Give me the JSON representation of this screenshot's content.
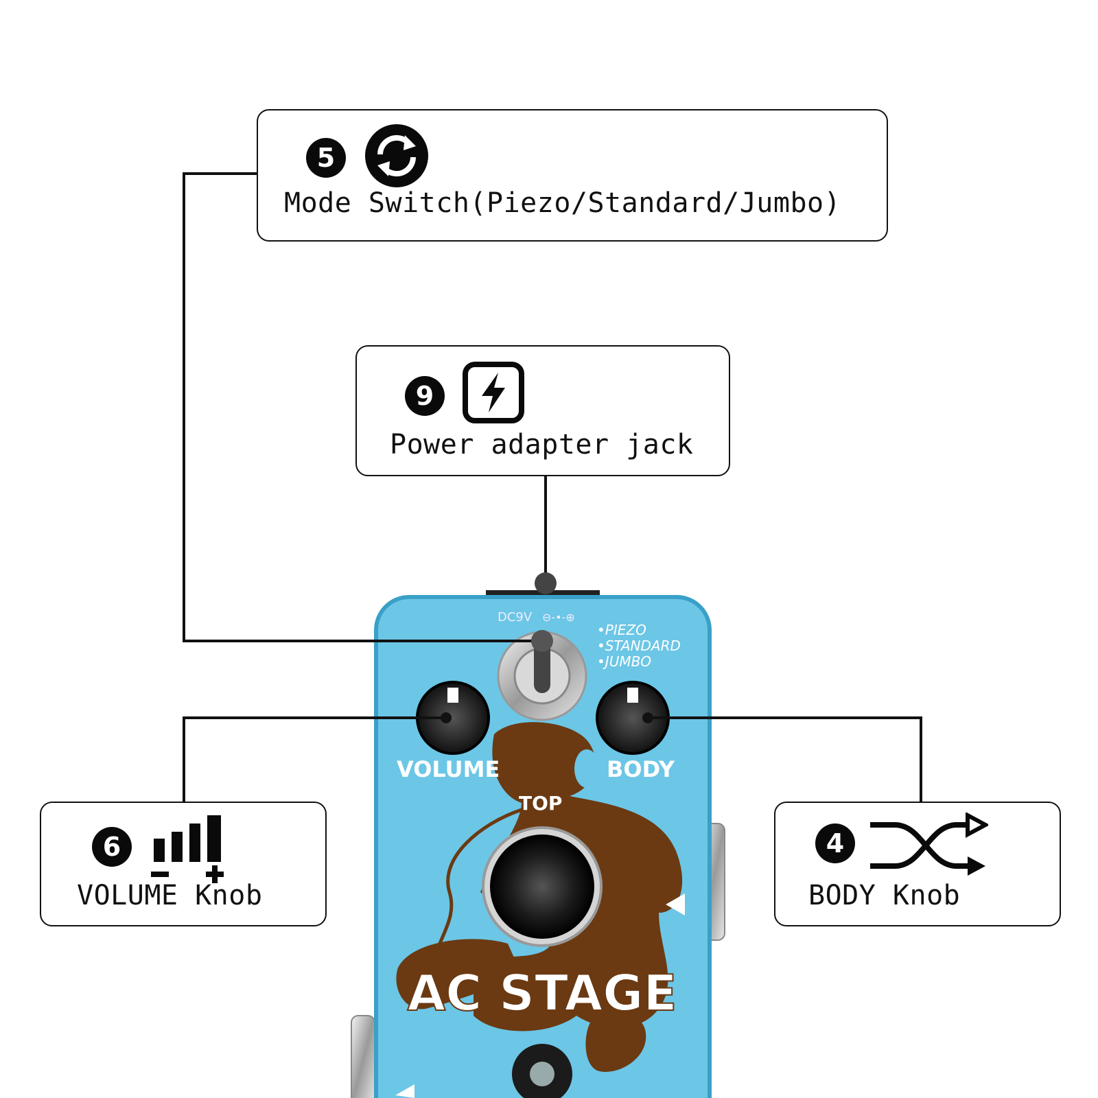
{
  "callouts": {
    "mode_switch": {
      "number": "5",
      "label": "Mode Switch(Piezo/Standard/Jumbo)",
      "icon": "refresh-icon"
    },
    "power_jack": {
      "number": "9",
      "label": "Power adapter jack",
      "icon": "lightning-icon"
    },
    "volume_knob": {
      "number": "6",
      "label": "VOLUME Knob",
      "icon": "volume-bars-icon"
    },
    "body_knob": {
      "number": "4",
      "label": "BODY Knob",
      "icon": "shuffle-arrows-icon"
    }
  },
  "pedal": {
    "dc_label": "DC9V",
    "mode_options": [
      "PIEZO",
      "STANDARD",
      "JUMBO"
    ],
    "knob_left_label": "VOLUME",
    "knob_right_label": "BODY",
    "top_label": "TOP",
    "name": "AC STAGE"
  },
  "colors": {
    "pedal_body": "#6cc6e6",
    "artwork_brown": "#6b3a12",
    "line": "#111111"
  }
}
